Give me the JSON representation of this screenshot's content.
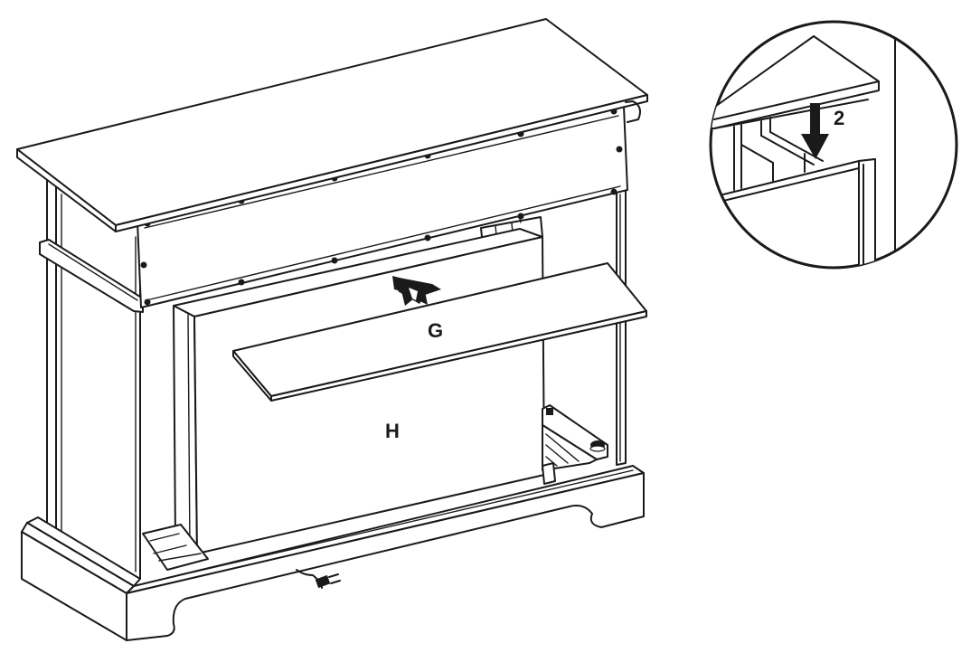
{
  "labels": {
    "part_g": "G",
    "part_h": "H",
    "step_number": "2"
  },
  "icons": {
    "insert_arrow": "up-right-arrow-icon",
    "press_arrow": "down-arrow-icon"
  },
  "colors": {
    "line": "#1a1a1a",
    "background": "#ffffff"
  }
}
